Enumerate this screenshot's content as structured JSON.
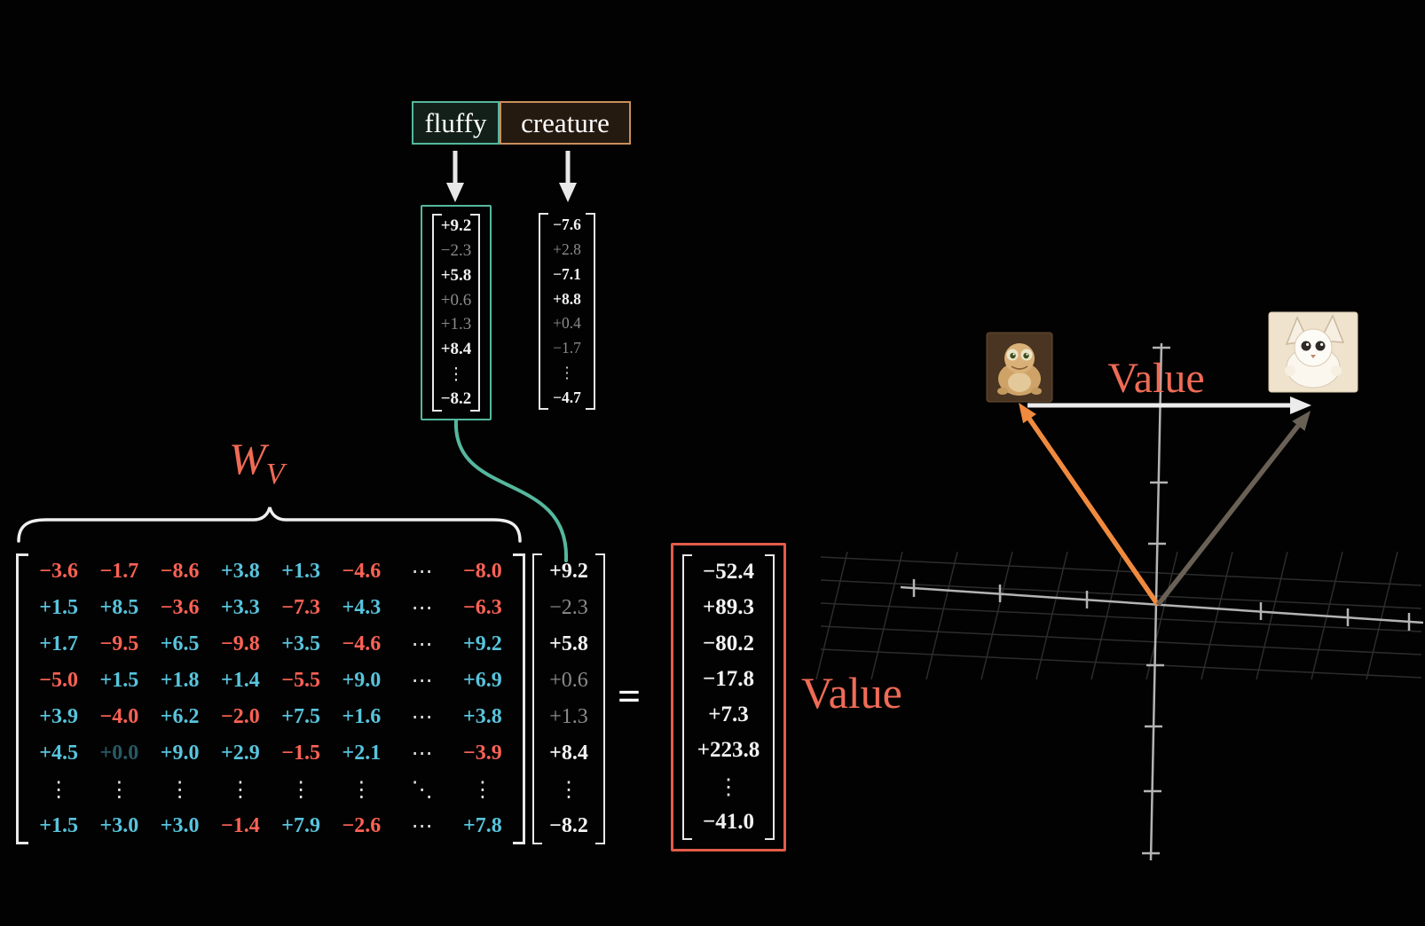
{
  "colors": {
    "teal": "#55b79e",
    "orange_token": "#c98f5d",
    "salmon": "#ef6b56",
    "blue_pos": "#58c4dd",
    "red_neg": "#fc6255",
    "arrow_orange": "#f08a3e",
    "arrow_gray": "#6a6156",
    "arrow_white": "#ececec"
  },
  "tokens": {
    "fluffy": "fluffy",
    "creature": "creature"
  },
  "vectors": {
    "fluffy": [
      "+9.2",
      "−2.3",
      "+5.8",
      "+0.6",
      "+1.3",
      "+8.4",
      "⋮",
      "−8.2"
    ],
    "creature": [
      "−7.6",
      "+2.8",
      "−7.1",
      "+8.8",
      "+0.4",
      "−1.7",
      "⋮",
      "−4.7"
    ],
    "mult": [
      "+9.2",
      "−2.3",
      "+5.8",
      "+0.6",
      "+1.3",
      "+8.4",
      "⋮",
      "−8.2"
    ],
    "result": [
      "−52.4",
      "+89.3",
      "−80.2",
      "−17.8",
      "+7.3",
      "+223.8",
      "⋮",
      "−41.0"
    ]
  },
  "matrix": {
    "label_main": "W",
    "label_sub": "V",
    "rows": [
      [
        "−3.6",
        "−1.7",
        "−8.6",
        "+3.8",
        "+1.3",
        "−4.6",
        "⋯",
        "−8.0"
      ],
      [
        "+1.5",
        "+8.5",
        "−3.6",
        "+3.3",
        "−7.3",
        "+4.3",
        "⋯",
        "−6.3"
      ],
      [
        "+1.7",
        "−9.5",
        "+6.5",
        "−9.8",
        "+3.5",
        "−4.6",
        "⋯",
        "+9.2"
      ],
      [
        "−5.0",
        "+1.5",
        "+1.8",
        "+1.4",
        "−5.5",
        "+9.0",
        "⋯",
        "+6.9"
      ],
      [
        "+3.9",
        "−4.0",
        "+6.2",
        "−2.0",
        "+7.5",
        "+1.6",
        "⋯",
        "+3.8"
      ],
      [
        "+4.5",
        "+0.0",
        "+9.0",
        "+2.9",
        "−1.5",
        "+2.1",
        "⋯",
        "−3.9"
      ],
      [
        "⋮",
        "⋮",
        "⋮",
        "⋮",
        "⋮",
        "⋮",
        "⋱",
        "⋮"
      ],
      [
        "+1.5",
        "+3.0",
        "+3.0",
        "−1.4",
        "+7.9",
        "−2.6",
        "⋯",
        "+7.8"
      ]
    ]
  },
  "labels": {
    "equals": "=",
    "value_left": "Value",
    "value_right": "Value"
  }
}
